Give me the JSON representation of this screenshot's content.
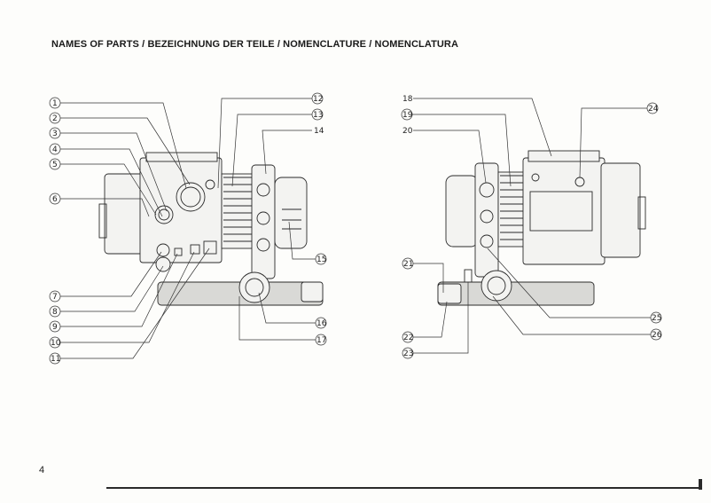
{
  "header": {
    "title": "NAMES OF PARTS / BEZEICHNUNG DER TEILE / NOMENCLATURE / NOMENCLATURA"
  },
  "footer": {
    "page_number": "4"
  },
  "callouts_left": [
    "1",
    "2",
    "3",
    "4",
    "5",
    "6",
    "7",
    "8",
    "9",
    "10",
    "11",
    "12",
    "13",
    "14",
    "15",
    "16",
    "17"
  ],
  "callouts_right": [
    "18",
    "19",
    "20",
    "21",
    "22",
    "23",
    "24",
    "25",
    "26"
  ]
}
